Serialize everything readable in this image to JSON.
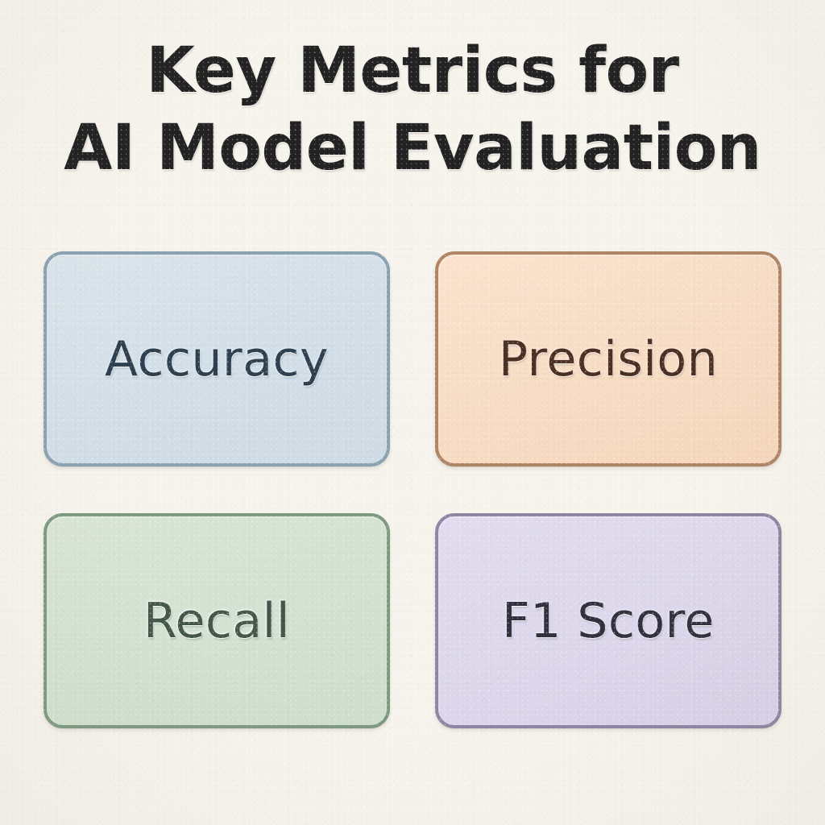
{
  "poster": {
    "background_color": "#f7f4ed",
    "title": {
      "line1": "Key Metrics for",
      "line2": "AI Model Evaluation",
      "color": "#232323"
    }
  },
  "cards": [
    {
      "label": "Accuracy",
      "fill_color": "#d5e0ea",
      "border_color": "#8ba2b3",
      "text_color": "#2f4150",
      "position": "top-left"
    },
    {
      "label": "Precision",
      "fill_color": "#f8dcc4",
      "border_color": "#b08565",
      "text_color": "#4b3023",
      "position": "top-right"
    },
    {
      "label": "Recall",
      "fill_color": "#d4e3d2",
      "border_color": "#7e9b81",
      "text_color": "#44584a",
      "position": "bottom-left"
    },
    {
      "label": "F1 Score",
      "fill_color": "#ddd7ec",
      "border_color": "#8e86a4",
      "text_color": "#34313f",
      "position": "bottom-right"
    }
  ]
}
